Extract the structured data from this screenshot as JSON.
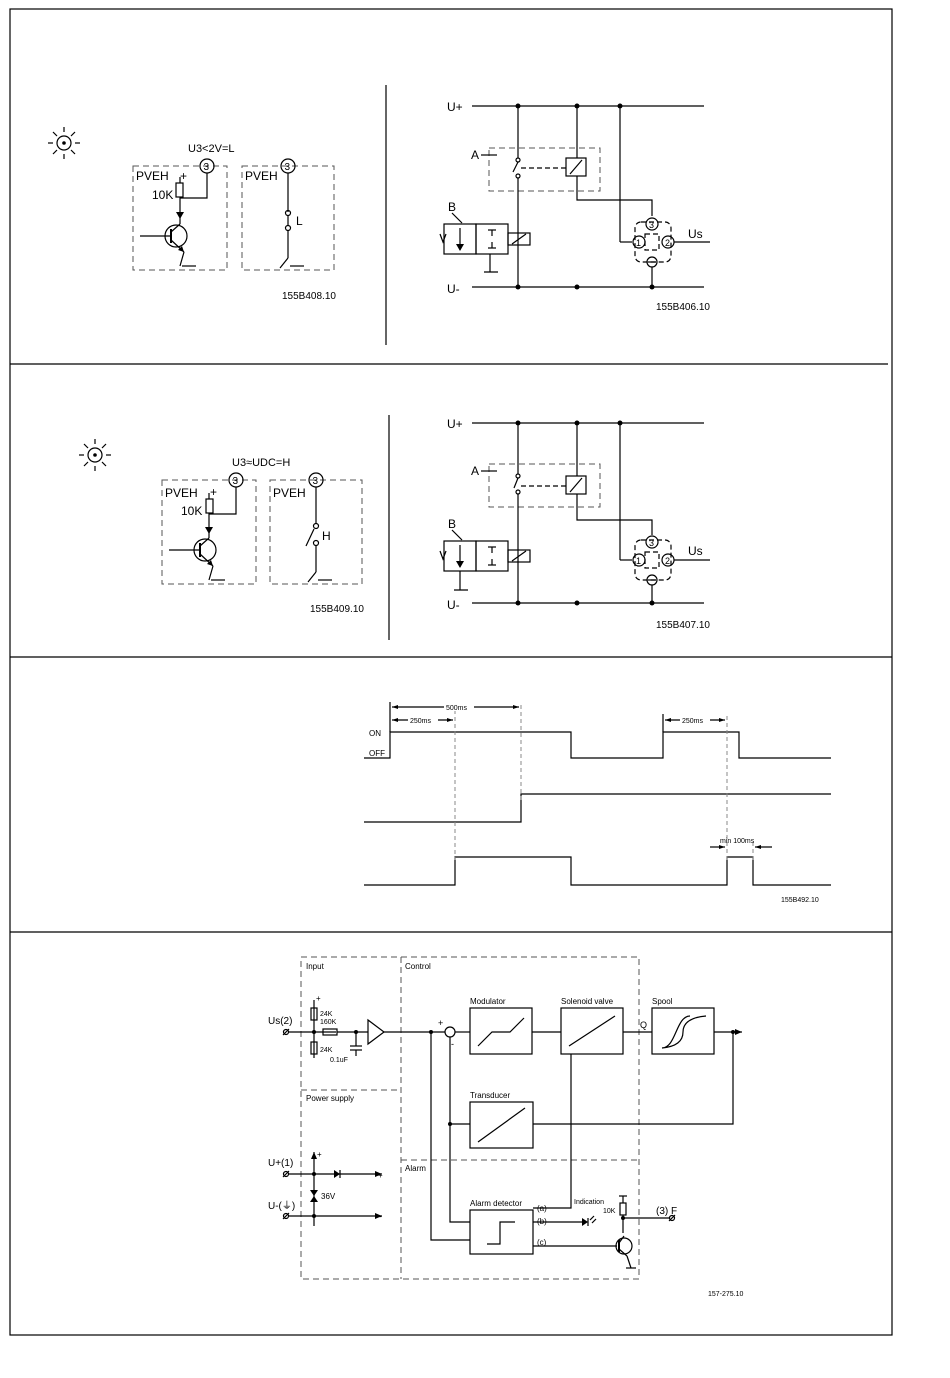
{
  "row1": {
    "left": {
      "condition": "U3<2V=L",
      "pveh_left": "PVEH",
      "pveh_right": "PVEH",
      "plus": "+",
      "resistor": "10K",
      "terminal": "3",
      "switch_state": "L",
      "code": "155B408.10"
    },
    "right": {
      "u_plus": "U+",
      "u_minus": "U-",
      "label_a": "A",
      "label_b": "B",
      "us": "Us",
      "pin1": "1",
      "pin2": "2",
      "pin3": "3",
      "code": "155B406.10"
    }
  },
  "row2": {
    "left": {
      "condition": "U3≈UDC=H",
      "pveh_left": "PVEH",
      "pveh_right": "PVEH",
      "plus": "+",
      "resistor": "10K",
      "terminal": "3",
      "switch_state": "H",
      "code": "155B409.10"
    },
    "right": {
      "u_plus": "U+",
      "u_minus": "U-",
      "label_a": "A",
      "label_b": "B",
      "us": "Us",
      "pin1": "1",
      "pin2": "2",
      "pin3": "3",
      "code": "155B407.10"
    }
  },
  "timing": {
    "on": "ON",
    "off": "OFF",
    "t500": "500ms",
    "t250a": "250ms",
    "t250b": "250ms",
    "tmin": "min 100ms",
    "code": "155B492.10"
  },
  "block": {
    "input": "Input",
    "control": "Control",
    "power_supply": "Power supply",
    "alarm": "Alarm",
    "us2": "Us(2)",
    "r1": "24K",
    "r2": "160K",
    "r3": "24K",
    "cap": "0.1uF",
    "modulator": "Modulator",
    "solenoid_valve": "Solenoid valve",
    "spool": "Spool",
    "transducer": "Transducer",
    "alarm_detector": "Alarm detector",
    "indication": "Indication",
    "q": "Q",
    "a": "(a)",
    "b": "(b)",
    "c": "(c)",
    "r10k": "10K",
    "f_out": "(3) F",
    "u_plus1": "U+(1)",
    "u_minus": "U-(⏚)",
    "zener": "36V",
    "plus": "+",
    "minus": "-",
    "sum_plus": "+",
    "sum_minus": "-",
    "code": "157-275.10"
  }
}
